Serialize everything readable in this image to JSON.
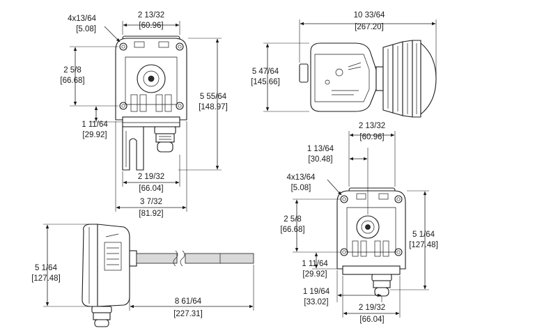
{
  "dimensions": {
    "view_a": {
      "holes": [
        "4x13/64",
        "[5.08]"
      ],
      "top_width": [
        "2 13/32",
        "[60.96]"
      ],
      "hole_offset": [
        "2 5/8",
        "[66.68]"
      ],
      "total_height": [
        "5 55/64",
        "[148.97]"
      ],
      "lower_offset": [
        "1 11/64",
        "[29.92]"
      ],
      "base_width": [
        "2 19/32",
        "[66.04]"
      ],
      "overall_width": [
        "3 7/32",
        "[81.92]"
      ]
    },
    "view_b": {
      "total_length": [
        "10 33/64",
        "[267.20]"
      ],
      "height": [
        "5 47/64",
        "[145.66]"
      ]
    },
    "view_c": {
      "top_width": [
        "2 13/32",
        "[60.96]"
      ],
      "inner_offset": [
        "1 13/64",
        "[30.48]"
      ],
      "holes": [
        "4x13/64",
        "[5.08]"
      ],
      "hole_offset": [
        "2 5/8",
        "[66.68]"
      ],
      "height": [
        "5 1/64",
        "[127.48]"
      ],
      "lower_offset": [
        "1 11/64",
        "[29.92]"
      ],
      "fitting_offset": [
        "1 19/64",
        "[33.02]"
      ],
      "base_width": [
        "2 19/32",
        "[66.04]"
      ]
    },
    "view_d": {
      "height": [
        "5 1/64",
        "[127.48]"
      ],
      "probe_length": [
        "8 61/64",
        "[227.31]"
      ]
    }
  }
}
